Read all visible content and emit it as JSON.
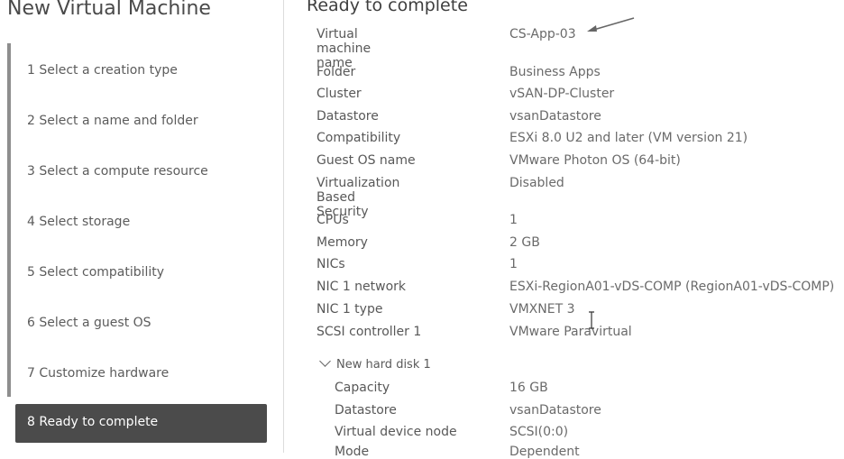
{
  "wizard": {
    "title": "New Virtual Machine",
    "steps": [
      {
        "label": "1   Select a creation type"
      },
      {
        "label": "2   Select a name and folder"
      },
      {
        "label": "3   Select a compute resource"
      },
      {
        "label": "4   Select storage"
      },
      {
        "label": "5   Select compatibility"
      },
      {
        "label": "6   Select a guest OS"
      },
      {
        "label": "7   Customize hardware"
      },
      {
        "label": "8   Ready to complete"
      }
    ],
    "active_step": 8
  },
  "summary": {
    "title": "Ready to complete",
    "rows": [
      {
        "label": "Virtual machine\nname",
        "value": "CS-App-03"
      },
      {
        "label": "Folder",
        "value": "Business Apps"
      },
      {
        "label": "Cluster",
        "value": "vSAN-DP-Cluster"
      },
      {
        "label": "Datastore",
        "value": "vsanDatastore"
      },
      {
        "label": "Compatibility",
        "value": "ESXi 8.0 U2 and later (VM version 21)"
      },
      {
        "label": "Guest OS name",
        "value": "VMware Photon OS (64-bit)"
      },
      {
        "label": "Virtualization Based\nSecurity",
        "value": "Disabled"
      },
      {
        "label": "CPUs",
        "value": "1"
      },
      {
        "label": "Memory",
        "value": "2 GB"
      },
      {
        "label": "NICs",
        "value": "1"
      },
      {
        "label": "NIC 1 network",
        "value": "ESXi-RegionA01-vDS-COMP (RegionA01-vDS-COMP)"
      },
      {
        "label": "NIC 1 type",
        "value": "VMXNET 3"
      },
      {
        "label": "SCSI controller 1",
        "value": "VMware Paravirtual"
      }
    ],
    "disk": {
      "header": "New hard disk 1",
      "rows": [
        {
          "label": "Capacity",
          "value": "16 GB"
        },
        {
          "label": "Datastore",
          "value": "vsanDatastore"
        },
        {
          "label": "Virtual device node",
          "value": "SCSI(0:0)"
        },
        {
          "label": "Mode",
          "value": "Dependent"
        }
      ]
    }
  }
}
